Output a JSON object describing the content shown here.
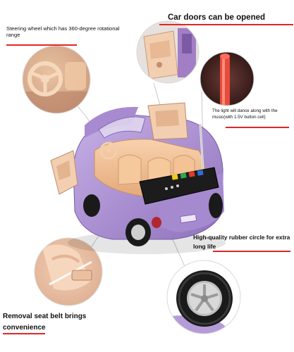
{
  "annotations": {
    "steering": "Steering wheel which has 360-degree rotational range",
    "doors": "Car doors can be opened",
    "light": "The light will dance along with the music(with 1.5V button cell)",
    "rubber": "High-quality rubber circle for extra long life",
    "seatbelt": "Removal seat belt brings convenience"
  },
  "icons": [
    "steering-wheel-closeup-icon",
    "car-door-closeup-icon",
    "light-pole-closeup-icon",
    "seat-belt-closeup-icon",
    "tire-closeup-icon",
    "toy-car-illustration"
  ],
  "colors": {
    "accent_underline": "#e32626",
    "car_body": "#b59bd8",
    "car_interior": "#f2c49a",
    "control_panel": "#1c1c1c"
  }
}
